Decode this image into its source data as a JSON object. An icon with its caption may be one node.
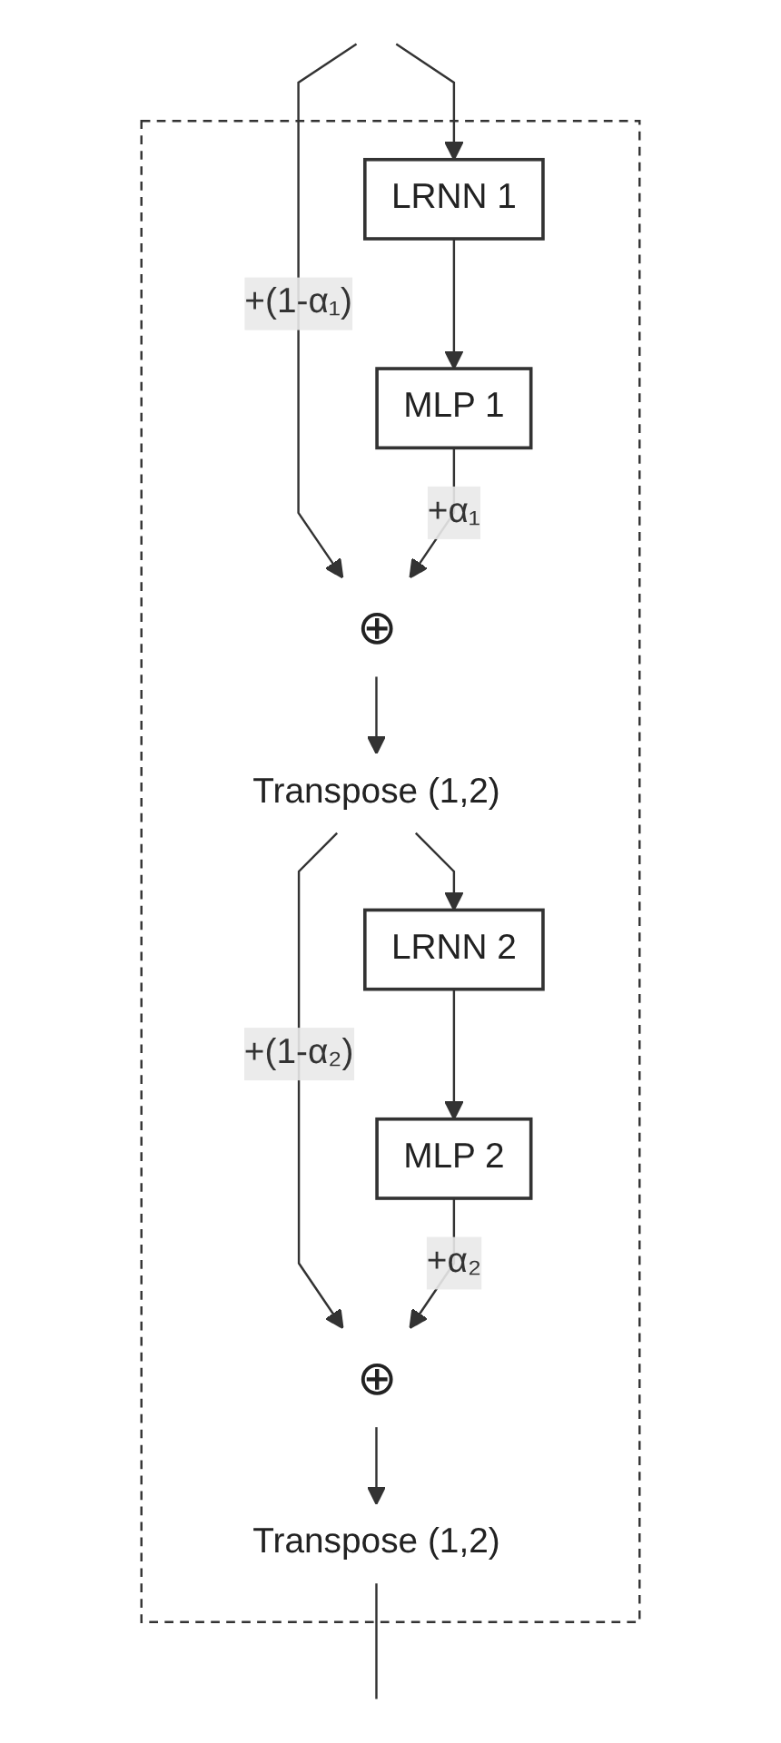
{
  "diagram": {
    "nodes": [
      {
        "text": [],
        "shape": "box"
      },
      {
        "text": [
          "LRNN 1"
        ],
        "in": 0
      },
      {
        "text": [
          "MLP 1"
        ],
        "in": 0
      },
      {
        "text": [
          "⊕"
        ],
        "in": 0
      },
      {
        "text": [
          "Transpose (1,2)"
        ],
        "in": 0
      },
      {
        "text": [
          "LRNN 2"
        ],
        "in": 0
      },
      {
        "text": [
          "MLP 2"
        ],
        "in": 0
      },
      {
        "text": [
          "⊕"
        ],
        "in": 0
      },
      {
        "text": [
          "Transpose (1,2)"
        ],
        "in": 0
      }
    ],
    "edges": [
      {
        "from": null,
        "to": 1,
        "arrow": "to"
      },
      {
        "from": null,
        "to": 3,
        "arrow": "to",
        "label": "+(1-α₁)"
      },
      {
        "from": 1,
        "to": 2,
        "arrow": "to"
      },
      {
        "from": 2,
        "to": 3,
        "arrow": "to",
        "label": "+α₁"
      },
      {
        "from": 3,
        "to": 4,
        "arrow": "to"
      },
      {
        "from": 4,
        "to": 5,
        "arrow": "to"
      },
      {
        "from": 4,
        "to": 7,
        "arrow": "to",
        "label": "+(1-α₂)"
      },
      {
        "from": 5,
        "to": 6,
        "arrow": "to"
      },
      {
        "from": 6,
        "to": 7,
        "arrow": "to",
        "label": "+α₂"
      },
      {
        "from": 7,
        "to": 8,
        "arrow": "to"
      },
      {
        "from": 8,
        "to": null,
        "arrow": "none"
      }
    ]
  }
}
